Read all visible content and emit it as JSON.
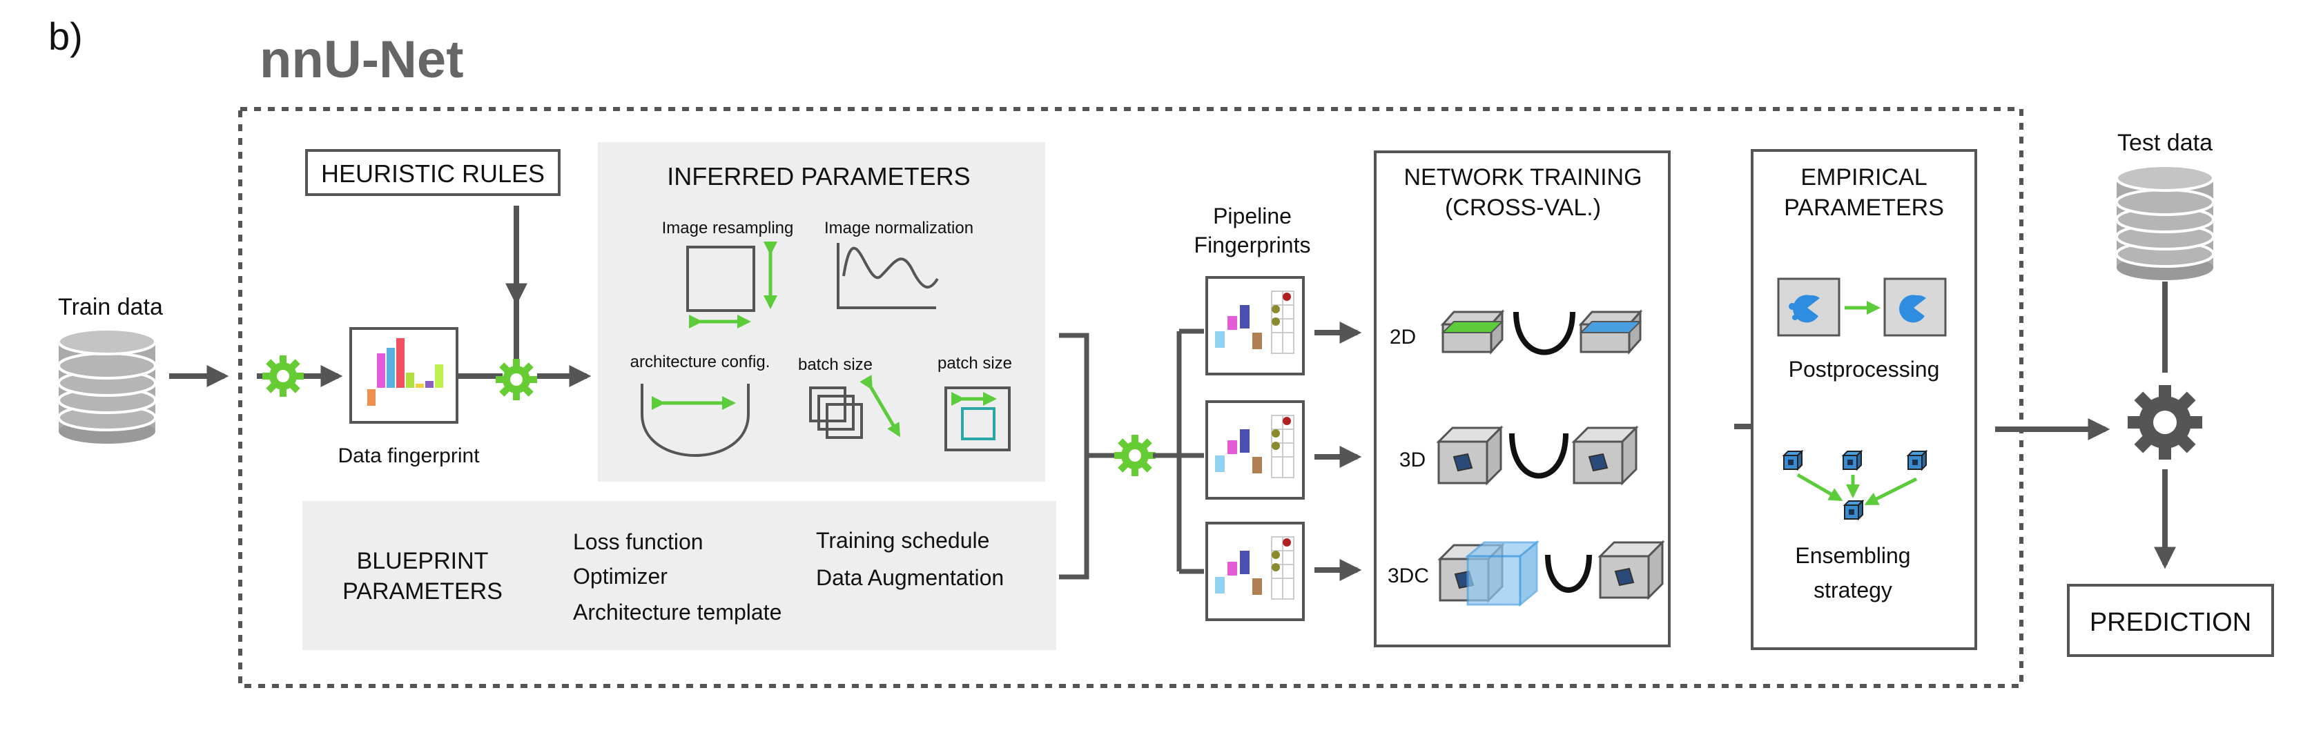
{
  "panel_label": "b)",
  "title": "nnU-Net",
  "train_data": "Train data",
  "test_data": "Test data",
  "heuristic_rules": "HEURISTIC RULES",
  "data_fingerprint": "Data fingerprint",
  "inferred": {
    "title": "INFERRED PARAMETERS",
    "image_resampling": "Image resampling",
    "image_normalization": "Image normalization",
    "architecture_config": "architecture config.",
    "batch_size": "batch size",
    "patch_size": "patch size"
  },
  "blueprint": {
    "title_line1": "BLUEPRINT",
    "title_line2": "PARAMETERS",
    "loss_function": "Loss function",
    "optimizer": "Optimizer",
    "architecture_template": "Architecture template",
    "training_schedule": "Training schedule",
    "data_augmentation": "Data Augmentation"
  },
  "pipeline": {
    "line1": "Pipeline",
    "line2": "Fingerprints"
  },
  "network_training": {
    "title_line1": "NETWORK TRAINING",
    "title_line2": "(CROSS-VAL.)",
    "labels": [
      "2D",
      "3D",
      "3DC"
    ]
  },
  "empirical": {
    "title_line1": "EMPIRICAL",
    "title_line2": "PARAMETERS",
    "postprocessing": "Postprocessing",
    "ensembling_line1": "Ensembling",
    "ensembling_line2": "strategy"
  },
  "prediction": "PREDICTION",
  "colors": {
    "gray": "#555555",
    "dotted_border": "#555555",
    "green_gear": "#66cc33",
    "green_arrow": "#5ccc3a",
    "panel_bg": "#eeeeee",
    "title_gray": "#666666",
    "blue": "#4a9fe0",
    "cube_gray": "#c8c8c8"
  }
}
